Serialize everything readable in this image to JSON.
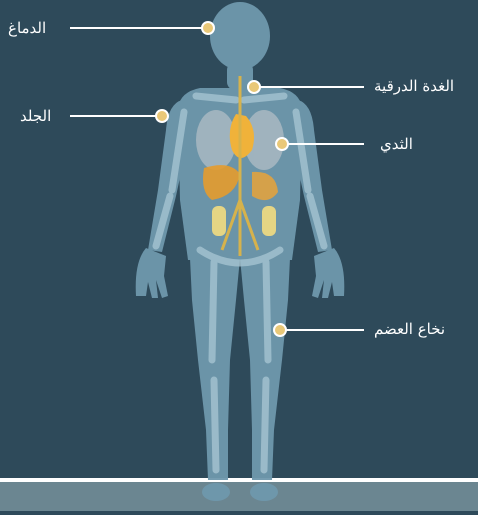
{
  "colors": {
    "background": "#2e4a5a",
    "floor": "#6b8691",
    "floor_line": "#ffffff",
    "body_fill": "#6f98ad",
    "bone": "#9fc0cf",
    "leader": "#ffffff",
    "marker": "#e9c878"
  },
  "labels": {
    "brain": "الدماغ",
    "thyroid": "الغدة الدرقية",
    "skin": "الجلد",
    "breast": "الثدي",
    "bone_marrow": "نخاع العضم"
  }
}
